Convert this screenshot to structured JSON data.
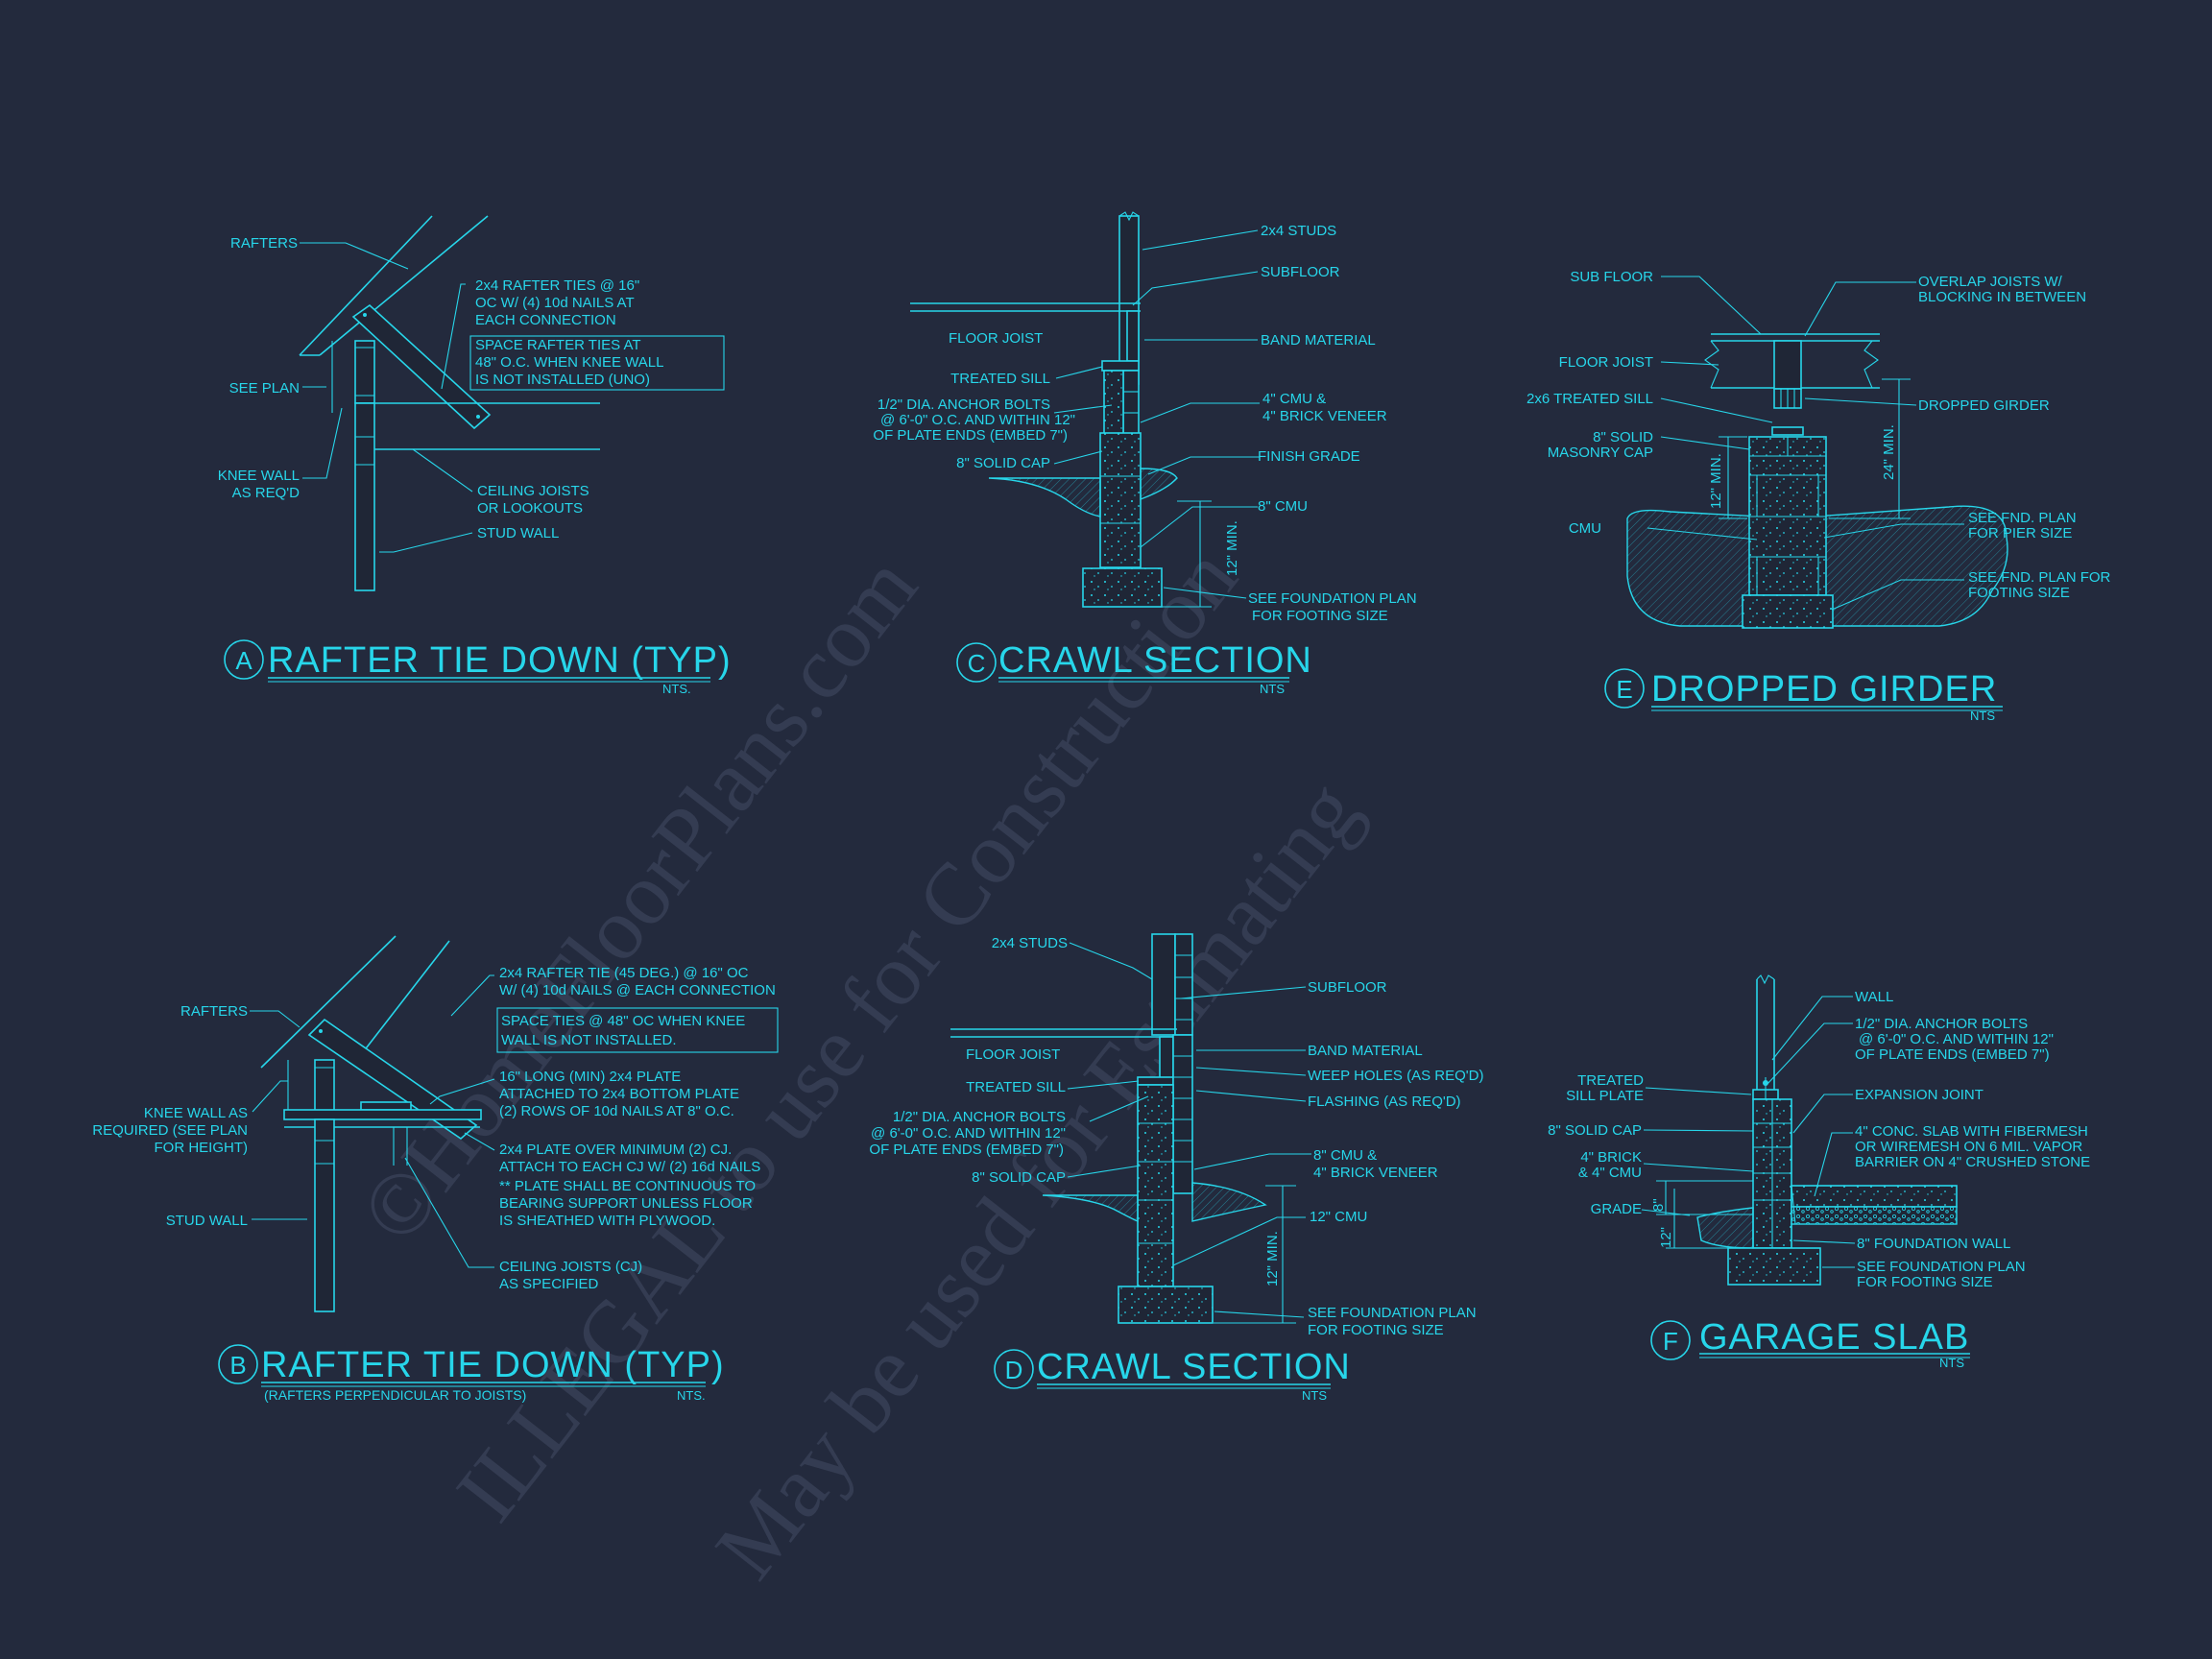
{
  "watermark": {
    "line1": "©HomeFloorPlans.com",
    "line2": "ILLEGAL to use for Construction",
    "line3": "May be used for Estimating"
  },
  "detail_a": {
    "letter": "A",
    "title": "RAFTER TIE DOWN (TYP)",
    "scale": "NTS.",
    "labels": {
      "rafters": "RAFTERS",
      "rafter_ties_1": "2x4 RAFTER TIES @ 16\"",
      "rafter_ties_2": "OC W/ (4) 10d NAILS AT",
      "rafter_ties_3": "EACH CONNECTION",
      "space_1": "SPACE RAFTER TIES AT",
      "space_2": "48\" O.C. WHEN KNEE WALL",
      "space_3": "IS NOT INSTALLED (UNO)",
      "see_plan": "SEE PLAN",
      "knee_1": "KNEE WALL",
      "knee_2": "AS REQ'D",
      "ceiling_1": "CEILING JOISTS",
      "ceiling_2": "OR LOOKOUTS",
      "stud_wall": "STUD WALL"
    }
  },
  "detail_b": {
    "letter": "B",
    "title": "RAFTER TIE DOWN (TYP)",
    "subtitle": "(RAFTERS PERPENDICULAR TO JOISTS)",
    "scale": "NTS.",
    "labels": {
      "rafters": "RAFTERS",
      "tie_1": "2x4 RAFTER TIE (45 DEG.) @ 16\" OC",
      "tie_2": "W/ (4) 10d NAILS @ EACH CONNECTION",
      "space_1": "SPACE TIES @ 48\" OC WHEN KNEE",
      "space_2": "WALL IS NOT INSTALLED.",
      "knee_1": "KNEE WALL AS",
      "knee_2": "REQUIRED (SEE PLAN",
      "knee_3": "FOR HEIGHT)",
      "plate16_1": "16\" LONG (MIN) 2x4 PLATE",
      "plate16_2": "ATTACHED TO 2x4 BOTTOM PLATE",
      "plate16_3": "(2) ROWS OF 10d NAILS AT 8\" O.C.",
      "plate_1": "2x4 PLATE OVER MINIMUM (2) CJ.",
      "plate_2": "ATTACH TO EACH CJ W/ (2) 16d NAILS",
      "plate_3": "** PLATE SHALL BE CONTINUOUS TO",
      "plate_4": "BEARING SUPPORT UNLESS FLOOR",
      "plate_5": "IS SHEATHED WITH PLYWOOD.",
      "stud_wall": "STUD WALL",
      "cj_1": "CEILING JOISTS (CJ)",
      "cj_2": "AS SPECIFIED"
    }
  },
  "detail_c": {
    "letter": "C",
    "title": "CRAWL SECTION",
    "scale": "NTS",
    "labels": {
      "studs": "2x4 STUDS",
      "subfloor": "SUBFLOOR",
      "floor_joist": "FLOOR JOIST",
      "band": "BAND MATERIAL",
      "treated_sill": "TREATED SILL",
      "anchor_1": "1/2\" DIA. ANCHOR BOLTS",
      "anchor_2": "@ 6'-0\" O.C. AND WITHIN 12\"",
      "anchor_3": "OF PLATE ENDS (EMBED 7\")",
      "cmu_1": "4\" CMU &",
      "cmu_2": "4\" BRICK VENEER",
      "solid_cap": "8\" SOLID CAP",
      "finish_grade": "FINISH GRADE",
      "cmu8": "8\" CMU",
      "min12": "12\" MIN.",
      "fdn_1": "SEE FOUNDATION PLAN",
      "fdn_2": "FOR FOOTING SIZE"
    }
  },
  "detail_d": {
    "letter": "D",
    "title": "CRAWL SECTION",
    "scale": "NTS",
    "labels": {
      "studs": "2x4 STUDS",
      "subfloor": "SUBFLOOR",
      "floor_joist": "FLOOR JOIST",
      "band": "BAND MATERIAL",
      "treated_sill": "TREATED SILL",
      "weep": "WEEP HOLES (AS REQ'D)",
      "flashing": "FLASHING (AS REQ'D)",
      "anchor_1": "1/2\" DIA. ANCHOR BOLTS",
      "anchor_2": "@ 6'-0\" O.C. AND WITHIN 12\"",
      "anchor_3": "OF PLATE ENDS (EMBED 7\")",
      "cmu_1": "8\" CMU &",
      "cmu_2": "4\" BRICK VENEER",
      "solid_cap": "8\" SOLID CAP",
      "cmu12": "12\" CMU",
      "min12": "12\" MIN.",
      "fdn_1": "SEE FOUNDATION PLAN",
      "fdn_2": "FOR FOOTING SIZE"
    }
  },
  "detail_e": {
    "letter": "E",
    "title": "DROPPED GIRDER",
    "scale": "NTS",
    "labels": {
      "sub_floor": "SUB FLOOR",
      "overlap_1": "OVERLAP JOISTS W/",
      "overlap_2": "BLOCKING IN BETWEEN",
      "floor_joist": "FLOOR JOIST",
      "treated_sill": "2x6 TREATED SILL",
      "dropped": "DROPPED GIRDER",
      "cap_1": "8\" SOLID",
      "cap_2": "MASONRY CAP",
      "min12": "12\" MIN.",
      "min24": "24\" MIN.",
      "cmu": "CMU",
      "pier_1": "SEE FND. PLAN",
      "pier_2": "FOR PIER SIZE",
      "ftg_1": "SEE FND. PLAN FOR",
      "ftg_2": "FOOTING SIZE"
    }
  },
  "detail_f": {
    "letter": "F",
    "title": "GARAGE SLAB",
    "scale": "NTS",
    "labels": {
      "wall": "WALL",
      "anchor_1": "1/2\" DIA. ANCHOR BOLTS",
      "anchor_2": "@ 6'-0\" O.C. AND WITHIN 12\"",
      "anchor_3": "OF PLATE ENDS (EMBED 7\")",
      "sill_1": "TREATED",
      "sill_2": "SILL PLATE",
      "expansion": "EXPANSION JOINT",
      "solid_cap": "8\" SOLID CAP",
      "slab_1": "4\" CONC. SLAB WITH FIBERMESH",
      "slab_2": "OR WIREMESH ON 6 MIL. VAPOR",
      "slab_3": "BARRIER ON 4\" CRUSHED STONE",
      "brick_1": "4\" BRICK",
      "brick_2": "& 4\" CMU",
      "dim8": "8\"",
      "grade": "GRADE",
      "dim12": "12\"",
      "fdn_wall": "8\" FOUNDATION WALL",
      "fdn_1": "SEE FOUNDATION PLAN",
      "fdn_2": "FOR FOOTING SIZE"
    }
  }
}
